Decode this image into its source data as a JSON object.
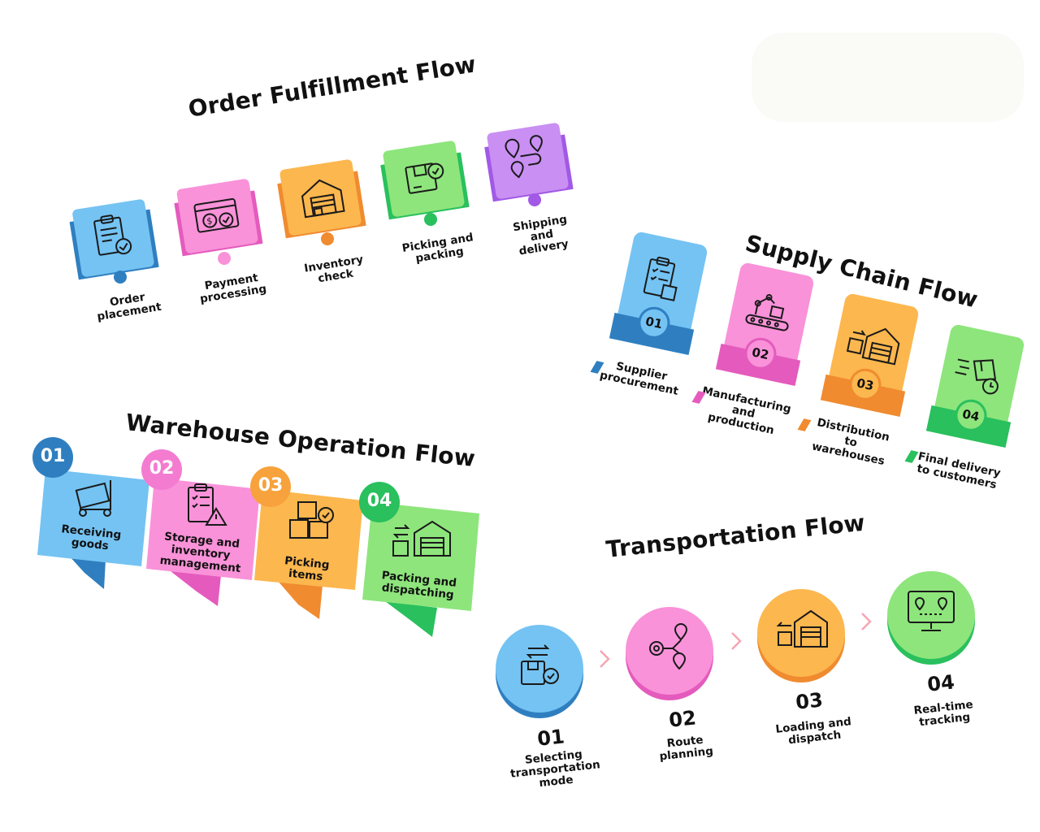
{
  "order": {
    "title": "Order Fulfillment Flow",
    "steps": [
      {
        "label": "Order\nplacement",
        "color": "#74c3f3",
        "dark": "#2f7fc0",
        "icon": "clipboard-check-icon"
      },
      {
        "label": "Payment\nprocessing",
        "color": "#f992d9",
        "dark": "#e45bbd",
        "icon": "credit-card-dollar-icon"
      },
      {
        "label": "Inventory\ncheck",
        "color": "#fcb74e",
        "dark": "#f08b30",
        "icon": "warehouse-icon"
      },
      {
        "label": "Picking and\npacking",
        "color": "#8ee57c",
        "dark": "#29c05d",
        "icon": "package-check-icon"
      },
      {
        "label": "Shipping and\ndelivery",
        "color": "#c98ff3",
        "dark": "#a259e6",
        "icon": "map-route-icon"
      }
    ]
  },
  "supply": {
    "title": "Supply Chain Flow",
    "steps": [
      {
        "num": "01",
        "label": "Supplier\nprocurement",
        "color": "#74c3f3",
        "dark": "#2f7fc0",
        "icon": "clipboard-box-icon"
      },
      {
        "num": "02",
        "label": "Manufacturing\nand production",
        "color": "#f992d9",
        "dark": "#e45bbd",
        "icon": "robot-arm-conveyor-icon"
      },
      {
        "num": "03",
        "label": "Distribution to\nwarehouses",
        "color": "#fcb74e",
        "dark": "#f08b30",
        "icon": "warehouse-transfer-icon"
      },
      {
        "num": "04",
        "label": "Final delivery\nto customers",
        "color": "#8ee57c",
        "dark": "#29c05d",
        "icon": "fast-delivery-box-icon"
      }
    ]
  },
  "warehouse": {
    "title": "Warehouse Operation Flow",
    "steps": [
      {
        "num": "01",
        "label": "Receiving\ngoods",
        "color": "#74c3f3",
        "dark": "#2f7fc0",
        "icon": "dolly-icon"
      },
      {
        "num": "02",
        "label": "Storage and\ninventory\nmanagement",
        "color": "#f992d9",
        "dark": "#e45bbd",
        "icon": "clipboard-warning-icon"
      },
      {
        "num": "03",
        "label": "Picking\nitems",
        "color": "#fcb74e",
        "dark": "#f08b30",
        "icon": "boxes-check-icon"
      },
      {
        "num": "04",
        "label": "Packing and\ndispatching",
        "color": "#8ee57c",
        "dark": "#29c05d",
        "icon": "box-warehouse-icon"
      }
    ]
  },
  "transport": {
    "title": "Transportation Flow",
    "steps": [
      {
        "num": "01",
        "label": "Selecting\ntransportation\nmode",
        "color": "#74c3f3",
        "dark": "#2f7fc0",
        "icon": "package-arrows-icon"
      },
      {
        "num": "02",
        "label": "Route\nplanning",
        "color": "#f992d9",
        "dark": "#e45bbd",
        "icon": "route-gear-icon"
      },
      {
        "num": "03",
        "label": "Loading and\ndispatch",
        "color": "#fcb74e",
        "dark": "#f08b30",
        "icon": "warehouse-loading-icon"
      },
      {
        "num": "04",
        "label": "Real-time\ntracking",
        "color": "#8ee57c",
        "dark": "#29c05d",
        "icon": "monitor-map-icon"
      }
    ],
    "arrow_color": "#f7a5b2"
  }
}
